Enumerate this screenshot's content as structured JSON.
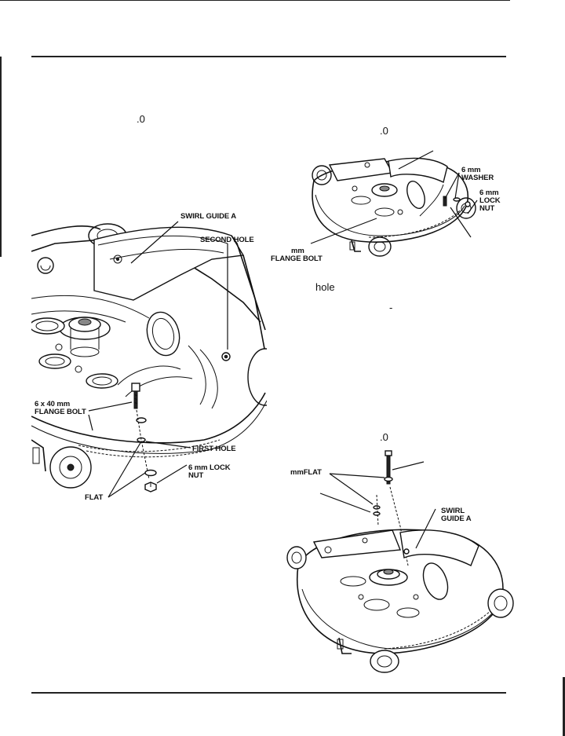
{
  "page": {
    "fragments": {
      "left_ref": ".0",
      "top_right_ref": ".0",
      "hole_word": "hole",
      "dash": "-",
      "lower_right_ref": ".0"
    }
  },
  "figures": {
    "left": {
      "labels": {
        "swirl_guide": "SWIRL GUIDE A",
        "second_hole": "SECOND HOLE",
        "flange_bolt_line1": "6 x 40 mm",
        "flange_bolt_line2": "FLANGE BOLT",
        "first_hole": "FIRST HOLE",
        "lock_nut_line1": "6 mm LOCK",
        "lock_nut_line2": "NUT",
        "flat": "FLAT"
      }
    },
    "top_right": {
      "labels": {
        "washer_line1": "6 mm",
        "washer_line2": "WASHER",
        "lock_nut_line1": "6 mm",
        "lock_nut_line2": "LOCK",
        "lock_nut_line3": "NUT",
        "flange_bolt_line1": "mm",
        "flange_bolt_line2": "FLANGE BOLT"
      }
    },
    "bottom_right": {
      "labels": {
        "mm_flat": "mmFLAT",
        "swirl_guide_line1": "SWIRL",
        "swirl_guide_line2": "GUIDE A"
      }
    }
  }
}
